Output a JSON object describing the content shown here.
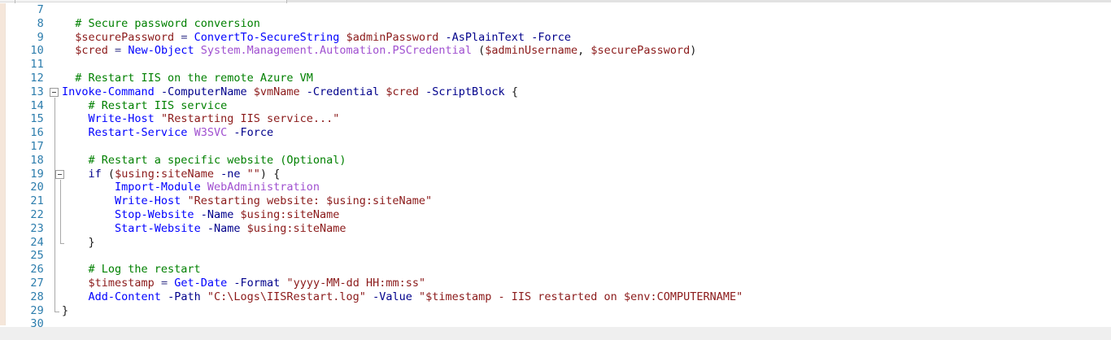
{
  "editor": {
    "language": "PowerShell",
    "first_visible_line": 7,
    "last_visible_line": 30,
    "colors": {
      "comment": "#008000",
      "cmdlet": "#0000ff",
      "keyword": "#00008b",
      "parameter": "#00008b",
      "variable": "#8b1a1a",
      "string": "#8b1a1a",
      "type": "#a050d0",
      "operator": "#3a3a8c",
      "plain": "#1a1a1a",
      "line_number": "#2b7cac",
      "background": "#ffffff",
      "left_edge_strip": "#f5e6da",
      "footer_band": "#efefef",
      "fold_rail": "#a9a9a9"
    },
    "fold_markers": [
      {
        "line": 13,
        "state": "expanded",
        "glyph": "minus"
      },
      {
        "line": 19,
        "state": "expanded",
        "glyph": "minus"
      }
    ],
    "lines": [
      {
        "number": 7,
        "tokens": []
      },
      {
        "number": 8,
        "tokens": [
          {
            "t": "  ",
            "c": "plain"
          },
          {
            "t": "# Secure password conversion",
            "c": "comment"
          }
        ]
      },
      {
        "number": 9,
        "tokens": [
          {
            "t": "  ",
            "c": "plain"
          },
          {
            "t": "$securePassword",
            "c": "var"
          },
          {
            "t": " ",
            "c": "plain"
          },
          {
            "t": "=",
            "c": "op"
          },
          {
            "t": " ",
            "c": "plain"
          },
          {
            "t": "ConvertTo-SecureString",
            "c": "cmdlet"
          },
          {
            "t": " ",
            "c": "plain"
          },
          {
            "t": "$adminPassword",
            "c": "var"
          },
          {
            "t": " ",
            "c": "plain"
          },
          {
            "t": "-AsPlainText",
            "c": "param"
          },
          {
            "t": " ",
            "c": "plain"
          },
          {
            "t": "-Force",
            "c": "param"
          }
        ]
      },
      {
        "number": 10,
        "tokens": [
          {
            "t": "  ",
            "c": "plain"
          },
          {
            "t": "$cred",
            "c": "var"
          },
          {
            "t": " ",
            "c": "plain"
          },
          {
            "t": "=",
            "c": "op"
          },
          {
            "t": " ",
            "c": "plain"
          },
          {
            "t": "New-Object",
            "c": "cmdlet"
          },
          {
            "t": " ",
            "c": "plain"
          },
          {
            "t": "System.Management.Automation.PSCredential",
            "c": "type"
          },
          {
            "t": " ",
            "c": "plain"
          },
          {
            "t": "(",
            "c": "brace"
          },
          {
            "t": "$adminUsername",
            "c": "var"
          },
          {
            "t": ", ",
            "c": "plain"
          },
          {
            "t": "$securePassword",
            "c": "var"
          },
          {
            "t": ")",
            "c": "brace"
          }
        ]
      },
      {
        "number": 11,
        "tokens": []
      },
      {
        "number": 12,
        "tokens": [
          {
            "t": "  ",
            "c": "plain"
          },
          {
            "t": "# Restart IIS on the remote Azure VM",
            "c": "comment"
          }
        ]
      },
      {
        "number": 13,
        "tokens": [
          {
            "t": "Invoke-Command",
            "c": "cmdlet"
          },
          {
            "t": " ",
            "c": "plain"
          },
          {
            "t": "-ComputerName",
            "c": "param"
          },
          {
            "t": " ",
            "c": "plain"
          },
          {
            "t": "$vmName",
            "c": "var"
          },
          {
            "t": " ",
            "c": "plain"
          },
          {
            "t": "-Credential",
            "c": "param"
          },
          {
            "t": " ",
            "c": "plain"
          },
          {
            "t": "$cred",
            "c": "var"
          },
          {
            "t": " ",
            "c": "plain"
          },
          {
            "t": "-ScriptBlock",
            "c": "param"
          },
          {
            "t": " ",
            "c": "plain"
          },
          {
            "t": "{",
            "c": "brace"
          }
        ]
      },
      {
        "number": 14,
        "tokens": [
          {
            "t": "    ",
            "c": "plain"
          },
          {
            "t": "# Restart IIS service",
            "c": "comment"
          }
        ]
      },
      {
        "number": 15,
        "tokens": [
          {
            "t": "    ",
            "c": "plain"
          },
          {
            "t": "Write-Host",
            "c": "cmdlet"
          },
          {
            "t": " ",
            "c": "plain"
          },
          {
            "t": "\"Restarting IIS service...\"",
            "c": "string"
          }
        ]
      },
      {
        "number": 16,
        "tokens": [
          {
            "t": "    ",
            "c": "plain"
          },
          {
            "t": "Restart-Service",
            "c": "cmdlet"
          },
          {
            "t": " ",
            "c": "plain"
          },
          {
            "t": "W3SVC",
            "c": "type"
          },
          {
            "t": " ",
            "c": "plain"
          },
          {
            "t": "-Force",
            "c": "param"
          }
        ]
      },
      {
        "number": 17,
        "tokens": []
      },
      {
        "number": 18,
        "tokens": [
          {
            "t": "    ",
            "c": "plain"
          },
          {
            "t": "# Restart a specific website (Optional)",
            "c": "comment"
          }
        ]
      },
      {
        "number": 19,
        "tokens": [
          {
            "t": "    ",
            "c": "plain"
          },
          {
            "t": "if",
            "c": "keyword"
          },
          {
            "t": " ",
            "c": "plain"
          },
          {
            "t": "(",
            "c": "brace"
          },
          {
            "t": "$using:siteName",
            "c": "var"
          },
          {
            "t": " ",
            "c": "plain"
          },
          {
            "t": "-ne",
            "c": "param"
          },
          {
            "t": " ",
            "c": "plain"
          },
          {
            "t": "\"\"",
            "c": "string"
          },
          {
            "t": ")",
            "c": "brace"
          },
          {
            "t": " ",
            "c": "plain"
          },
          {
            "t": "{",
            "c": "brace"
          }
        ]
      },
      {
        "number": 20,
        "tokens": [
          {
            "t": "        ",
            "c": "plain"
          },
          {
            "t": "Import-Module",
            "c": "cmdlet"
          },
          {
            "t": " ",
            "c": "plain"
          },
          {
            "t": "WebAdministration",
            "c": "type"
          }
        ]
      },
      {
        "number": 21,
        "tokens": [
          {
            "t": "        ",
            "c": "plain"
          },
          {
            "t": "Write-Host",
            "c": "cmdlet"
          },
          {
            "t": " ",
            "c": "plain"
          },
          {
            "t": "\"Restarting website: $using:siteName\"",
            "c": "string"
          }
        ]
      },
      {
        "number": 22,
        "tokens": [
          {
            "t": "        ",
            "c": "plain"
          },
          {
            "t": "Stop-Website",
            "c": "cmdlet"
          },
          {
            "t": " ",
            "c": "plain"
          },
          {
            "t": "-Name",
            "c": "param"
          },
          {
            "t": " ",
            "c": "plain"
          },
          {
            "t": "$using:siteName",
            "c": "var"
          }
        ]
      },
      {
        "number": 23,
        "tokens": [
          {
            "t": "        ",
            "c": "plain"
          },
          {
            "t": "Start-Website",
            "c": "cmdlet"
          },
          {
            "t": " ",
            "c": "plain"
          },
          {
            "t": "-Name",
            "c": "param"
          },
          {
            "t": " ",
            "c": "plain"
          },
          {
            "t": "$using:siteName",
            "c": "var"
          }
        ]
      },
      {
        "number": 24,
        "tokens": [
          {
            "t": "    ",
            "c": "plain"
          },
          {
            "t": "}",
            "c": "brace"
          }
        ]
      },
      {
        "number": 25,
        "tokens": []
      },
      {
        "number": 26,
        "tokens": [
          {
            "t": "    ",
            "c": "plain"
          },
          {
            "t": "# Log the restart",
            "c": "comment"
          }
        ]
      },
      {
        "number": 27,
        "tokens": [
          {
            "t": "    ",
            "c": "plain"
          },
          {
            "t": "$timestamp",
            "c": "var"
          },
          {
            "t": " ",
            "c": "plain"
          },
          {
            "t": "=",
            "c": "op"
          },
          {
            "t": " ",
            "c": "plain"
          },
          {
            "t": "Get-Date",
            "c": "cmdlet"
          },
          {
            "t": " ",
            "c": "plain"
          },
          {
            "t": "-Format",
            "c": "param"
          },
          {
            "t": " ",
            "c": "plain"
          },
          {
            "t": "\"yyyy-MM-dd HH:mm:ss\"",
            "c": "string"
          }
        ]
      },
      {
        "number": 28,
        "tokens": [
          {
            "t": "    ",
            "c": "plain"
          },
          {
            "t": "Add-Content",
            "c": "cmdlet"
          },
          {
            "t": " ",
            "c": "plain"
          },
          {
            "t": "-Path",
            "c": "param"
          },
          {
            "t": " ",
            "c": "plain"
          },
          {
            "t": "\"C:\\Logs\\IISRestart.log\"",
            "c": "string"
          },
          {
            "t": " ",
            "c": "plain"
          },
          {
            "t": "-Value",
            "c": "param"
          },
          {
            "t": " ",
            "c": "plain"
          },
          {
            "t": "\"$timestamp - IIS restarted on $env:COMPUTERNAME\"",
            "c": "string"
          }
        ]
      },
      {
        "number": 29,
        "tokens": [
          {
            "t": "}",
            "c": "brace"
          }
        ]
      },
      {
        "number": 30,
        "tokens": []
      }
    ]
  }
}
